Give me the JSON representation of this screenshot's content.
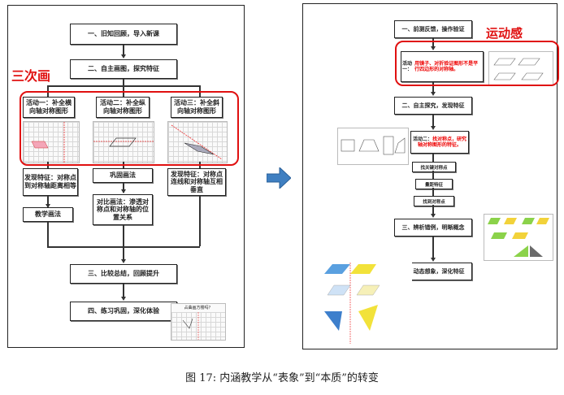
{
  "left": {
    "annotation": "三次画",
    "steps": {
      "s1": "一、旧知回顾，导入新课",
      "s2": "二、自主画图，探究特征",
      "act1": "活动一：补全横向轴对称图形",
      "act2": "活动二：补全纵向轴对称图形",
      "act3": "活动三：补全斜向轴对称图形",
      "f1": "发现特征：对称点到对称轴距离相等",
      "f2": "巩固画法",
      "f3": "发现特征：对称点连线和对称轴互相垂直",
      "teach": "教学画法",
      "compare": "对比画法：渗透对称点和对称轴的位置关系",
      "s3": "三、比较总结，回顾提升",
      "s4": "四、练习巩固，深化体验",
      "exercise": "占曲画方楼吗？"
    }
  },
  "right": {
    "annotation": "运动感",
    "steps": {
      "s1": "一、前测反馈，操作验证",
      "act1_prefix": "活动一：",
      "act1_red": "用镜子、对折验证图形不是平行四边形的对称轴。",
      "s2": "二、自主探究，发现特征",
      "act2_prefix": "活动二：",
      "act2_red": "找对称点，研究轴对称图形的特征。",
      "m1": "找关键对称点",
      "m2": "量距特征",
      "m3": "找到对称点",
      "s3": "三、辨析错例，明晰概念",
      "s4": "四、动态想象，深化特征"
    }
  },
  "caption": "图 17:  内涵教学从“表象”到“本质”的转变",
  "colors": {
    "annotation": "#e01010",
    "arrow": "#3f7fc1"
  }
}
